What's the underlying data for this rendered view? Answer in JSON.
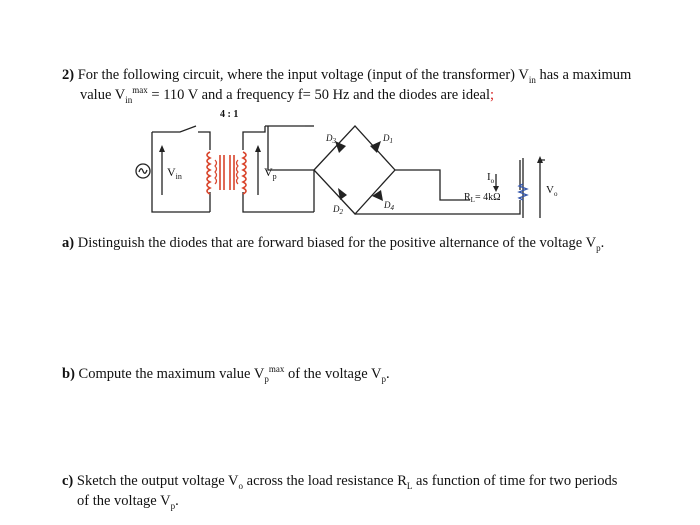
{
  "question": {
    "number": "2)",
    "line1": "For the following circuit, where the input voltage (input of the transformer) V",
    "line1_sub": "in",
    "line1_tail": " has a maximum",
    "line2_a": "value V",
    "line2_sub": "in",
    "line2_sup": "max",
    "line2_b": " = 110 V and a frequency f= 50 Hz and the diodes are ideal",
    "line2_semicolon": ";"
  },
  "circuit": {
    "ratio": "4 : 1",
    "source_label": "V",
    "source_sub": "in",
    "secondary_label": "V",
    "secondary_sub": "p",
    "diode_labels": [
      "D",
      "D",
      "D",
      "D"
    ],
    "diode_subs": [
      "1",
      "2",
      "3",
      "4"
    ],
    "current_label": "I",
    "current_sub": "o",
    "resistor_label": "R",
    "resistor_sub": "L",
    "resistor_value": "= 4kΩ",
    "output_label": "V",
    "output_sub": "o",
    "colors": {
      "coil": "#d9442b",
      "red_semicolon": "#d62020"
    }
  },
  "part_a": {
    "label": "a)",
    "text": " Distinguish the diodes that are forward biased for the positive alternance of the voltage V",
    "sub": "p",
    "tail": "."
  },
  "part_b": {
    "label": "b)",
    "text": " Compute the maximum value V",
    "sub": "p",
    "sup": "max",
    "text2": " of the voltage V",
    "sub2": "p",
    "tail": "."
  },
  "part_c": {
    "label": "c)",
    "line1": " Sketch the output voltage V",
    "sub1": "o",
    "line1_b": " across the load resistance R",
    "sub2": "L",
    "line1_c": " as function of time for two periods",
    "line2": "of the voltage V",
    "sub3": "p",
    "tail": "."
  }
}
